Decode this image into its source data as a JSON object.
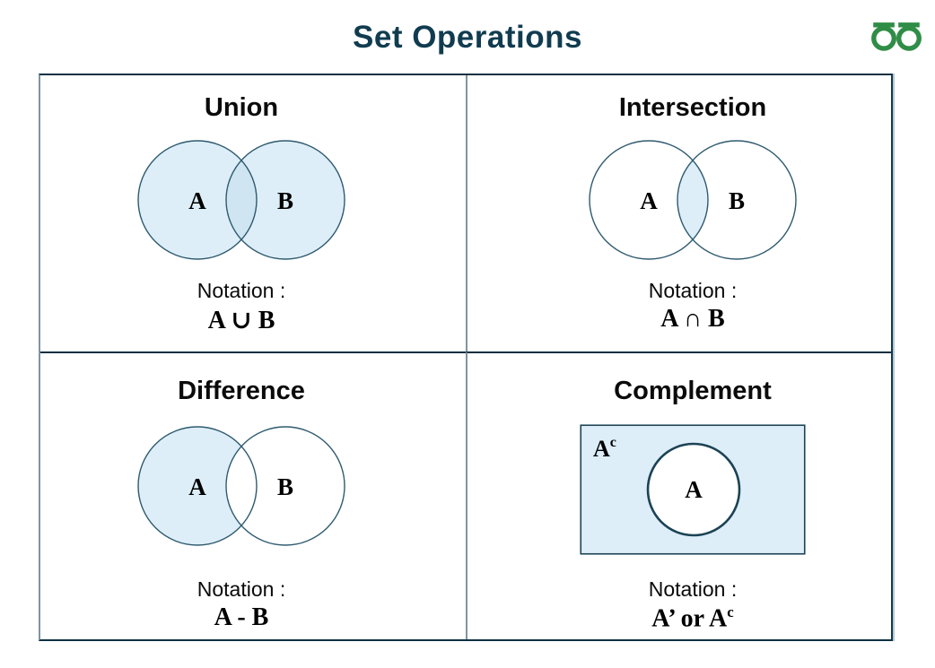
{
  "page": {
    "title": "Set Operations"
  },
  "logo": {
    "name": "geeksforgeeks-logo-icon",
    "color": "#2f8d46"
  },
  "colors": {
    "title_text": "#113c50",
    "fill_light": "#ddeef9",
    "fill_overlap": "#cfe5f2",
    "fill_white": "#ffffff",
    "circle_stroke": "#2e5a6e",
    "complement_stroke": "#1c4355",
    "outer_border": "#0e3042",
    "divider_vertical": "#7e95a3",
    "divider_horizontal": "#0d2e3f"
  },
  "quadrants": {
    "union": {
      "title": "Union",
      "set_a": "A",
      "set_b": "B",
      "notation_label": "Notation :",
      "notation": "A ∪ B"
    },
    "intersection": {
      "title": "Intersection",
      "set_a": "A",
      "set_b": "B",
      "notation_label": "Notation :",
      "notation": "A ∩ B"
    },
    "difference": {
      "title": "Difference",
      "set_a": "A",
      "set_b": "B",
      "notation_label": "Notation :",
      "notation": "A - B"
    },
    "complement": {
      "title": "Complement",
      "region_label_base": "A",
      "region_label_sup": "c",
      "set_label": "A",
      "notation_label": "Notation :",
      "notation_base": "A’ or A",
      "notation_sup": "c"
    }
  }
}
